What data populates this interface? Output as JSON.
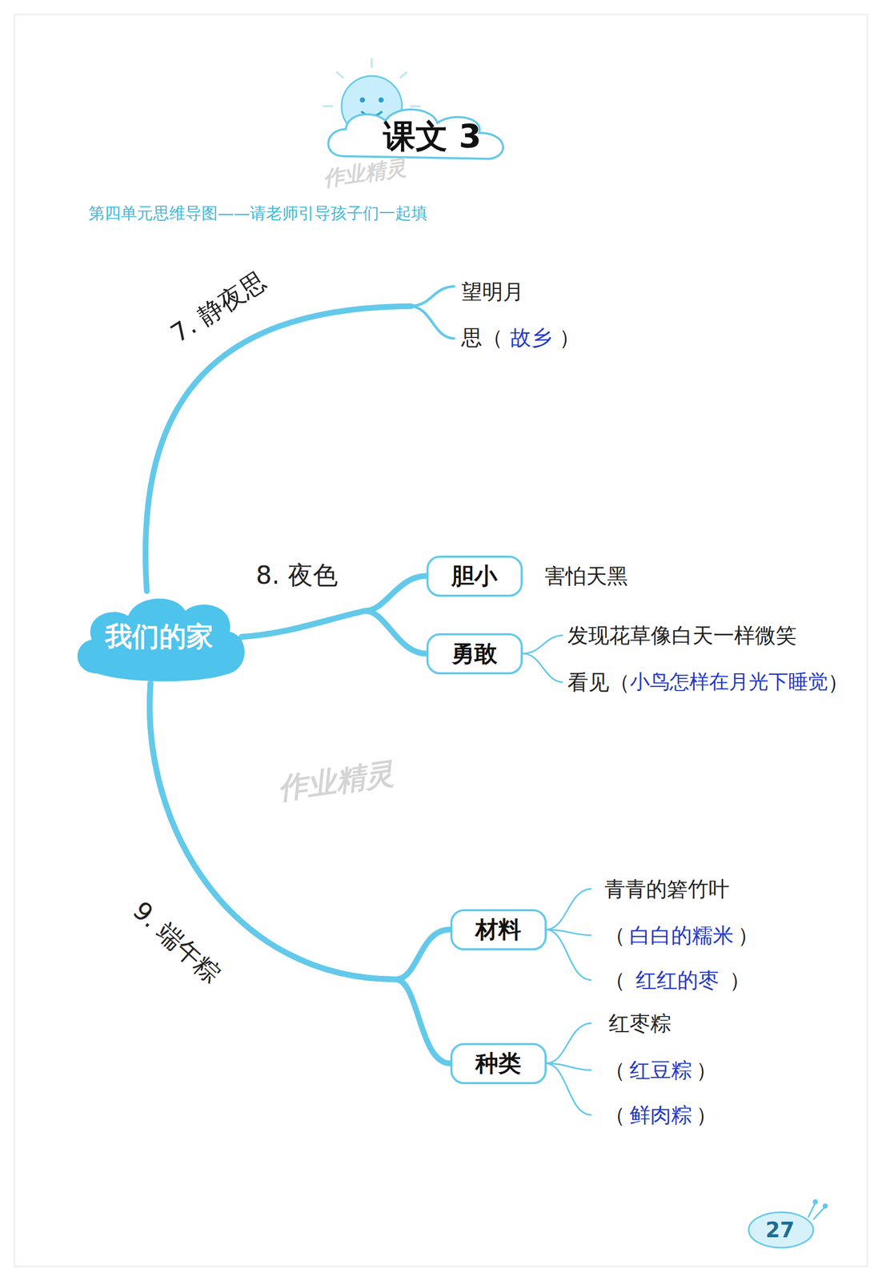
{
  "diagram": {
    "title": "课文 3",
    "nodes": [
      {
        "text": [
          "我们的家"
        ]
      },
      {
        "text": [
          "胆小"
        ]
      },
      {
        "text": [
          "勇敢"
        ]
      },
      {
        "text": [
          "材料"
        ]
      },
      {
        "text": [
          "种类"
        ]
      }
    ],
    "edges": [
      {
        "from": 0,
        "to": 1,
        "arrow": "none"
      },
      {
        "from": 0,
        "to": 2,
        "arrow": "none"
      },
      {
        "from": 0,
        "to": 3,
        "arrow": "none"
      },
      {
        "from": 0,
        "to": 4,
        "arrow": "none"
      }
    ],
    "labels": [
      "作业精灵",
      "第四单元思维导图——请老师引导孩子们一起填",
      "7. 静夜思",
      "望明月",
      "思（",
      "故乡",
      "）",
      "8. 夜色",
      "害怕天黑",
      "发现花草像白天一样微笑",
      "看见（",
      "小鸟怎样在月光下睡觉",
      "）",
      "作业精灵",
      "9. 端午粽",
      "青青的箬竹叶",
      "（",
      "白白的糯米",
      "）",
      "（",
      "红红的枣",
      "）",
      "红枣粽",
      "（",
      "红豆粽",
      "）",
      "（",
      "鲜肉粽",
      "）",
      "27"
    ]
  }
}
